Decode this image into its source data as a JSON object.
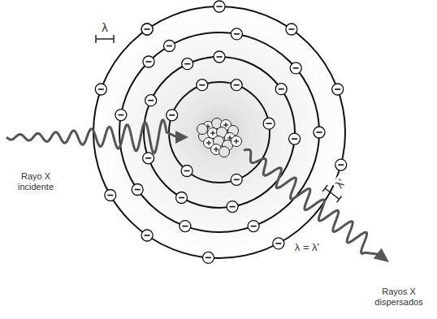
{
  "diagram": {
    "labels": [
      "λ",
      "Rayo X incidente",
      "λ'",
      "λ = λ'",
      "Rayos X dispersados"
    ]
  }
}
